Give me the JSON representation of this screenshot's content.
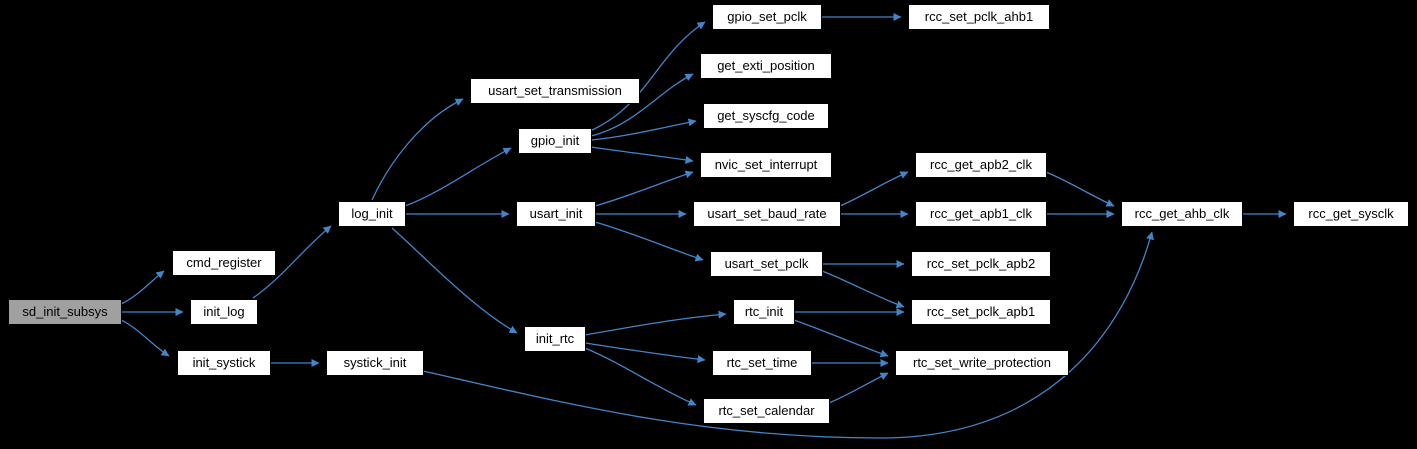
{
  "diagram": {
    "type": "call-graph",
    "root": "sd_init_subsys",
    "colors": {
      "background": "#000000",
      "node_fill": "#ffffff",
      "node_border": "#000000",
      "root_node_fill": "#a0a0a0",
      "edge": "#4285c8",
      "text": "#000000"
    },
    "nodes": [
      {
        "id": "sd_init_subsys",
        "label": "sd_init_subsys",
        "root": true
      },
      {
        "id": "cmd_register",
        "label": "cmd_register"
      },
      {
        "id": "init_log",
        "label": "init_log"
      },
      {
        "id": "init_systick",
        "label": "init_systick"
      },
      {
        "id": "log_init",
        "label": "log_init"
      },
      {
        "id": "systick_init",
        "label": "systick_init"
      },
      {
        "id": "usart_set_transmission",
        "label": "usart_set_transmission"
      },
      {
        "id": "gpio_init",
        "label": "gpio_init"
      },
      {
        "id": "usart_init",
        "label": "usart_init"
      },
      {
        "id": "init_rtc",
        "label": "init_rtc"
      },
      {
        "id": "gpio_set_pclk",
        "label": "gpio_set_pclk"
      },
      {
        "id": "get_exti_position",
        "label": "get_exti_position"
      },
      {
        "id": "get_syscfg_code",
        "label": "get_syscfg_code"
      },
      {
        "id": "nvic_set_interrupt",
        "label": "nvic_set_interrupt"
      },
      {
        "id": "usart_set_baud_rate",
        "label": "usart_set_baud_rate"
      },
      {
        "id": "usart_set_pclk",
        "label": "usart_set_pclk"
      },
      {
        "id": "rtc_init",
        "label": "rtc_init"
      },
      {
        "id": "rtc_set_time",
        "label": "rtc_set_time"
      },
      {
        "id": "rtc_set_calendar",
        "label": "rtc_set_calendar"
      },
      {
        "id": "rcc_set_pclk_ahb1",
        "label": "rcc_set_pclk_ahb1"
      },
      {
        "id": "rcc_get_apb2_clk",
        "label": "rcc_get_apb2_clk"
      },
      {
        "id": "rcc_get_apb1_clk",
        "label": "rcc_get_apb1_clk"
      },
      {
        "id": "rcc_set_pclk_apb2",
        "label": "rcc_set_pclk_apb2"
      },
      {
        "id": "rcc_set_pclk_apb1",
        "label": "rcc_set_pclk_apb1"
      },
      {
        "id": "rtc_set_write_protection",
        "label": "rtc_set_write_protection"
      },
      {
        "id": "rcc_get_ahb_clk",
        "label": "rcc_get_ahb_clk"
      },
      {
        "id": "rcc_get_sysclk",
        "label": "rcc_get_sysclk"
      }
    ],
    "edges": [
      {
        "from": "sd_init_subsys",
        "to": "cmd_register"
      },
      {
        "from": "sd_init_subsys",
        "to": "init_log"
      },
      {
        "from": "sd_init_subsys",
        "to": "init_systick"
      },
      {
        "from": "init_log",
        "to": "log_init"
      },
      {
        "from": "init_systick",
        "to": "systick_init"
      },
      {
        "from": "log_init",
        "to": "usart_set_transmission"
      },
      {
        "from": "log_init",
        "to": "gpio_init"
      },
      {
        "from": "log_init",
        "to": "usart_init"
      },
      {
        "from": "log_init",
        "to": "init_rtc"
      },
      {
        "from": "gpio_init",
        "to": "gpio_set_pclk"
      },
      {
        "from": "gpio_init",
        "to": "get_exti_position"
      },
      {
        "from": "gpio_init",
        "to": "get_syscfg_code"
      },
      {
        "from": "gpio_init",
        "to": "nvic_set_interrupt"
      },
      {
        "from": "usart_init",
        "to": "nvic_set_interrupt"
      },
      {
        "from": "usart_init",
        "to": "usart_set_baud_rate"
      },
      {
        "from": "usart_init",
        "to": "usart_set_pclk"
      },
      {
        "from": "gpio_set_pclk",
        "to": "rcc_set_pclk_ahb1"
      },
      {
        "from": "usart_set_baud_rate",
        "to": "rcc_get_apb2_clk"
      },
      {
        "from": "usart_set_baud_rate",
        "to": "rcc_get_apb1_clk"
      },
      {
        "from": "usart_set_pclk",
        "to": "rcc_set_pclk_apb2"
      },
      {
        "from": "usart_set_pclk",
        "to": "rcc_set_pclk_apb1"
      },
      {
        "from": "init_rtc",
        "to": "rtc_init"
      },
      {
        "from": "init_rtc",
        "to": "rtc_set_time"
      },
      {
        "from": "init_rtc",
        "to": "rtc_set_calendar"
      },
      {
        "from": "rtc_init",
        "to": "rcc_set_pclk_apb1"
      },
      {
        "from": "rtc_init",
        "to": "rtc_set_write_protection"
      },
      {
        "from": "rtc_set_time",
        "to": "rtc_set_write_protection"
      },
      {
        "from": "rtc_set_calendar",
        "to": "rtc_set_write_protection"
      },
      {
        "from": "rcc_get_apb2_clk",
        "to": "rcc_get_ahb_clk"
      },
      {
        "from": "rcc_get_apb1_clk",
        "to": "rcc_get_ahb_clk"
      },
      {
        "from": "rcc_get_ahb_clk",
        "to": "rcc_get_sysclk"
      },
      {
        "from": "systick_init",
        "to": "rcc_get_ahb_clk"
      }
    ]
  }
}
